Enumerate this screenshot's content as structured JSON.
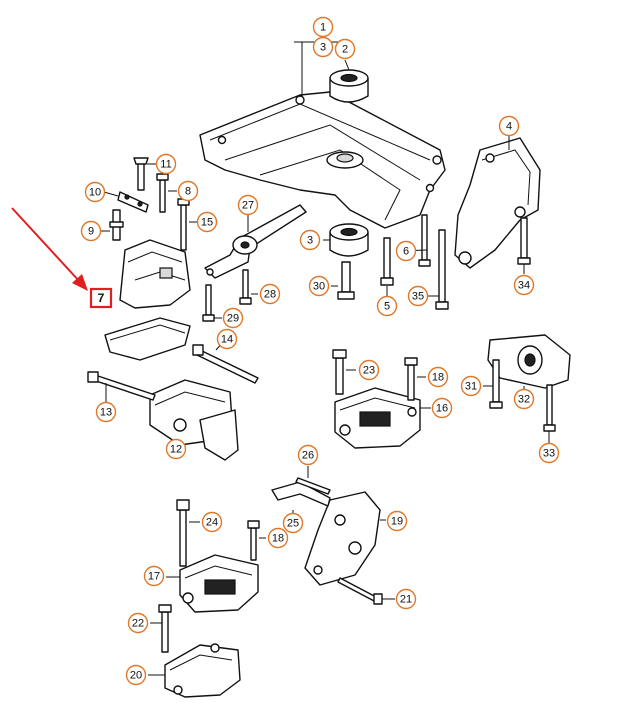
{
  "callouts": [
    {
      "id": "c1",
      "label": "1"
    },
    {
      "id": "c2",
      "label": "2"
    },
    {
      "id": "c3a",
      "label": "3"
    },
    {
      "id": "c3b",
      "label": "3"
    },
    {
      "id": "c4",
      "label": "4"
    },
    {
      "id": "c5",
      "label": "5"
    },
    {
      "id": "c6",
      "label": "6"
    },
    {
      "id": "c8",
      "label": "8"
    },
    {
      "id": "c9",
      "label": "9"
    },
    {
      "id": "c10",
      "label": "10"
    },
    {
      "id": "c11",
      "label": "11"
    },
    {
      "id": "c12",
      "label": "12"
    },
    {
      "id": "c13",
      "label": "13"
    },
    {
      "id": "c14",
      "label": "14"
    },
    {
      "id": "c15",
      "label": "15"
    },
    {
      "id": "c16",
      "label": "16"
    },
    {
      "id": "c17",
      "label": "17"
    },
    {
      "id": "c18a",
      "label": "18"
    },
    {
      "id": "c18b",
      "label": "18"
    },
    {
      "id": "c19",
      "label": "19"
    },
    {
      "id": "c20",
      "label": "20"
    },
    {
      "id": "c21",
      "label": "21"
    },
    {
      "id": "c22",
      "label": "22"
    },
    {
      "id": "c23",
      "label": "23"
    },
    {
      "id": "c24",
      "label": "24"
    },
    {
      "id": "c25",
      "label": "25"
    },
    {
      "id": "c26",
      "label": "26"
    },
    {
      "id": "c27",
      "label": "27"
    },
    {
      "id": "c28",
      "label": "28"
    },
    {
      "id": "c29",
      "label": "29"
    },
    {
      "id": "c30",
      "label": "30"
    },
    {
      "id": "c31",
      "label": "31"
    },
    {
      "id": "c32",
      "label": "32"
    },
    {
      "id": "c33",
      "label": "33"
    },
    {
      "id": "c34",
      "label": "34"
    },
    {
      "id": "c35",
      "label": "35"
    }
  ],
  "highlight": {
    "label": "7"
  },
  "colors": {
    "callout_ring": "#e0782a",
    "highlight": "#e02020",
    "line": "#111111"
  }
}
